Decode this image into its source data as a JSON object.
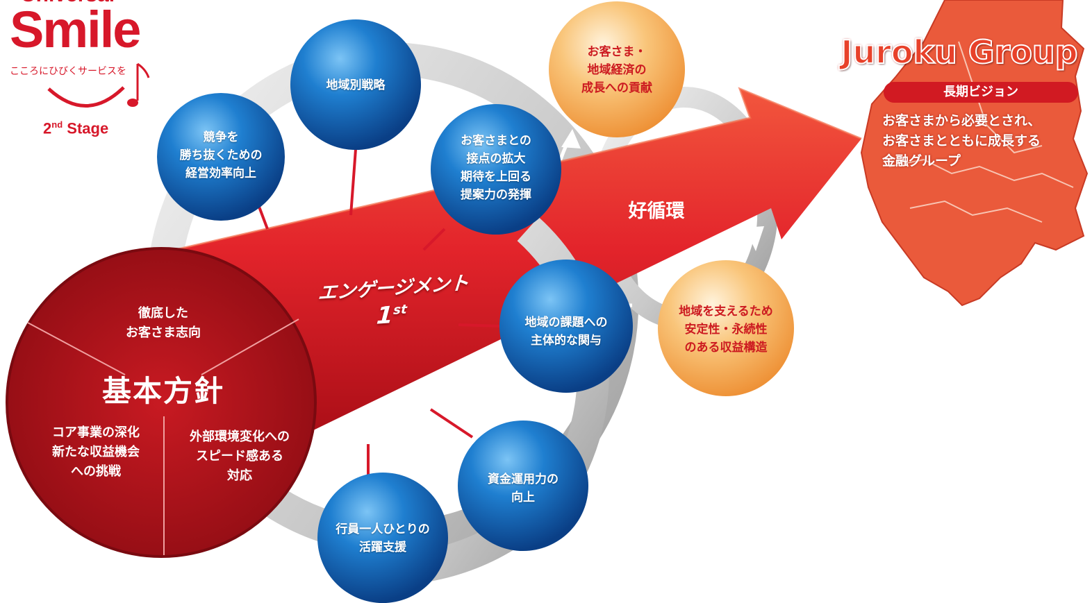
{
  "logo": {
    "top_text": "Universal",
    "wordmark": "Smile",
    "tagline": "こころにひびくサービスを",
    "stage_main": "2",
    "stage_sup": "nd",
    "stage_word": "Stage"
  },
  "core": {
    "title": "基本方針",
    "segments": [
      "徹底した\nお客さま志向",
      "コア事業の深化\n新たな収益機会\nへの挑戦",
      "外部環境変化への\nスピード感ある\n対応"
    ]
  },
  "arrow": {
    "line1": "エンゲージメント",
    "line2_main": "1",
    "line2_sup": "st"
  },
  "strategies": [
    "地域別戦略",
    "競争を\n勝ち抜くための\n経営効率向上",
    "お客さまとの\n接点の拡大\n期待を上回る\n提案力の発揮",
    "地域の課題への\n主体的な関与",
    "資金運用力の\n向上",
    "行員一人ひとりの\n活躍支援"
  ],
  "cycle": {
    "label": "好循環",
    "top": "お客さま・\n地域経済の\n成長への貢献",
    "bottom": "地域を支えるため\n安定性・永続性\nのある収益構造"
  },
  "group": {
    "name": "Juroku Group",
    "vision_label": "長期ビジョン",
    "vision_text": "お客さまから必要とされ、\nお客さまとともに成長する\n金融グループ"
  },
  "colors": {
    "brand_red": "#d7182a",
    "sphere_blue": "#1f74c8",
    "sphere_orange": "#f6b463",
    "map_red": "#e8553a"
  }
}
